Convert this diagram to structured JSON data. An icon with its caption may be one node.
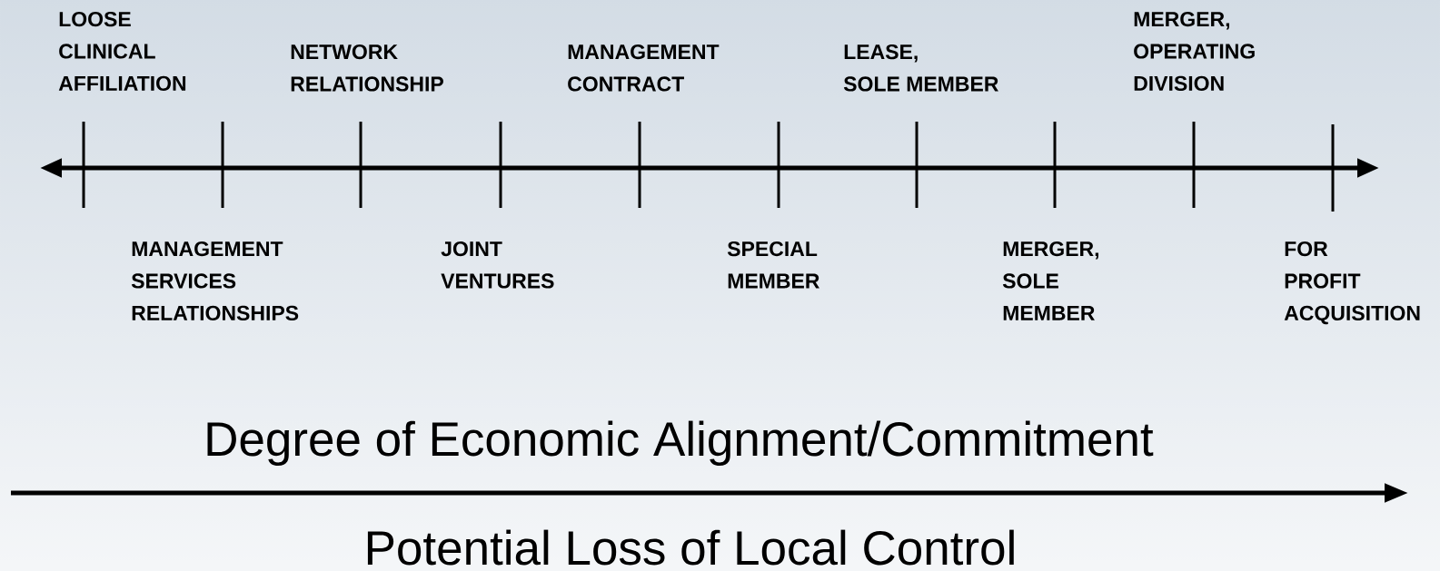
{
  "diagram": {
    "labels": [
      "LOOSE CLINICAL AFFILIATION",
      "NETWORK RELATIONSHIP",
      "MANAGEMENT CONTRACT",
      "LEASE, SOLE MEMBER",
      "MERGER, OPERATING DIVISION",
      "MANAGEMENT SERVICES RELATIONSHIPS",
      "JOINT VENTURES",
      "SPECIAL MEMBER",
      "MERGER, SOLE MEMBER",
      "FOR PROFIT ACQUISITION",
      "Degree of Economic Alignment/Commitment",
      "Potential Loss of Local Control"
    ]
  }
}
